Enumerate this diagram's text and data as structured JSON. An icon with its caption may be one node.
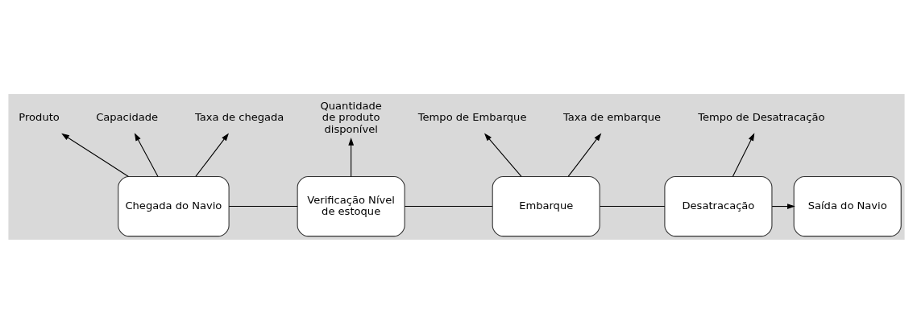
{
  "diagram": {
    "nodes": [
      {
        "text": [
          "Chegada do Navio"
        ]
      },
      {
        "text": [
          "Verificação Nível de estoque"
        ]
      },
      {
        "text": [
          "Embarque"
        ]
      },
      {
        "text": [
          "Desatracação"
        ]
      },
      {
        "text": [
          "Saída do Navio"
        ]
      },
      {
        "text": [
          "Produto"
        ]
      },
      {
        "text": [
          "Capacidade"
        ]
      },
      {
        "text": [
          "Taxa de chegada"
        ]
      },
      {
        "text": [
          "Quantidade de produto disponível"
        ]
      },
      {
        "text": [
          "Tempo de Embarque"
        ]
      },
      {
        "text": [
          "Taxa de embarque"
        ]
      },
      {
        "text": [
          "Tempo de Desatracação"
        ]
      }
    ],
    "edges": [
      {
        "from": 0,
        "to": 1,
        "arrow": "none"
      },
      {
        "from": 1,
        "to": 2,
        "arrow": "none"
      },
      {
        "from": 2,
        "to": 3,
        "arrow": "none"
      },
      {
        "from": 3,
        "to": 4,
        "arrow": "to"
      },
      {
        "from": 0,
        "to": 5,
        "arrow": "to"
      },
      {
        "from": 0,
        "to": 6,
        "arrow": "to"
      },
      {
        "from": 0,
        "to": 7,
        "arrow": "to"
      },
      {
        "from": 1,
        "to": 8,
        "arrow": "to"
      },
      {
        "from": 2,
        "to": 9,
        "arrow": "to"
      },
      {
        "from": 2,
        "to": 10,
        "arrow": "to"
      },
      {
        "from": 3,
        "to": 11,
        "arrow": "to"
      }
    ]
  }
}
